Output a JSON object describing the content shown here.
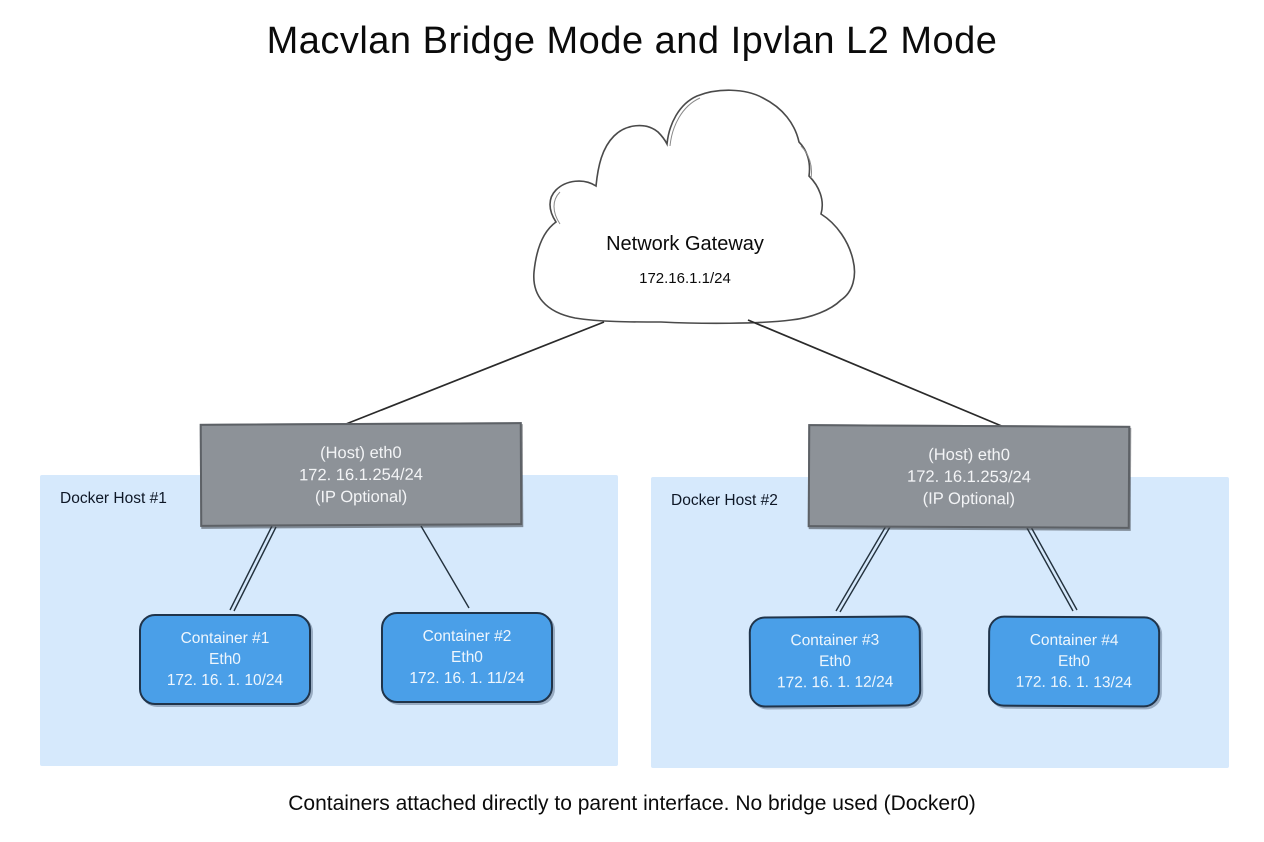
{
  "title": "Macvlan Bridge Mode and Ipvlan L2 Mode",
  "cloud": {
    "label": "Network Gateway",
    "ip": "172.16.1.1/24"
  },
  "hosts": [
    {
      "panel_label": "Docker Host #1",
      "box": {
        "line1": "(Host) eth0",
        "line2": "172. 16.1.254/24",
        "line3": "(IP Optional)"
      },
      "containers": [
        {
          "name": "Container #1",
          "iface": "Eth0",
          "ip": "172. 16. 1. 10/24"
        },
        {
          "name": "Container #2",
          "iface": "Eth0",
          "ip": "172. 16. 1. 11/24"
        }
      ]
    },
    {
      "panel_label": "Docker Host #2",
      "box": {
        "line1": "(Host) eth0",
        "line2": "172. 16.1.253/24",
        "line3": "(IP Optional)"
      },
      "containers": [
        {
          "name": "Container #3",
          "iface": "Eth0",
          "ip": "172. 16. 1. 12/24"
        },
        {
          "name": "Container #4",
          "iface": "Eth0",
          "ip": "172. 16. 1. 13/24"
        }
      ]
    }
  ],
  "caption": "Containers attached directly to parent interface. No bridge used (Docker0)",
  "colors": {
    "panel_bg": "#d6e9fc",
    "container_bg": "#4a9fe8",
    "container_border": "#20344a",
    "host_box_bg": "#8d9298",
    "line": "#2a2a2a",
    "cloud_stroke": "#4a4a4a"
  }
}
